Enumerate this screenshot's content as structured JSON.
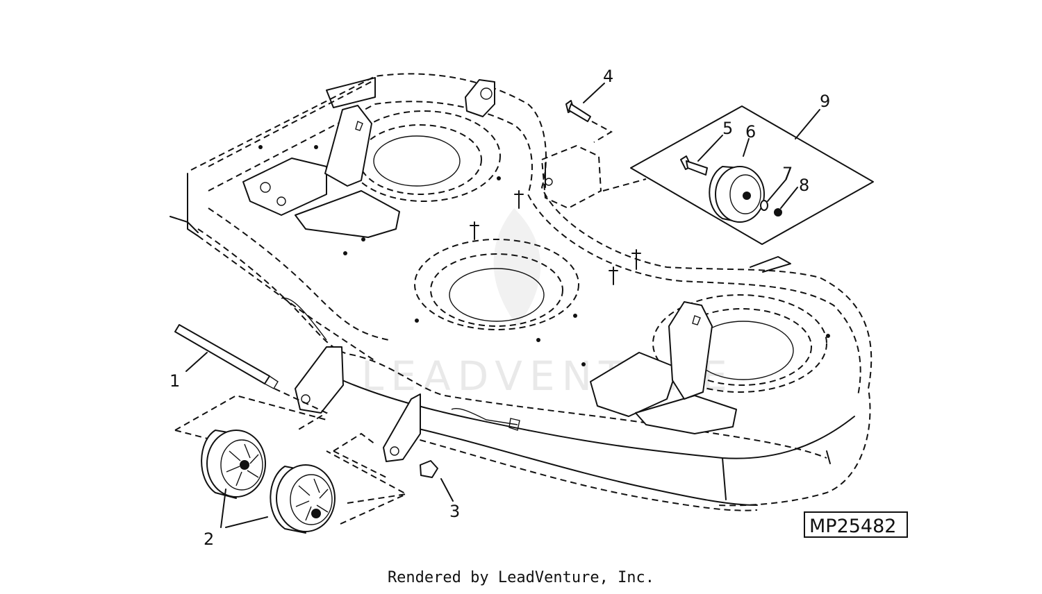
{
  "diagram": {
    "callouts": [
      "1",
      "2",
      "3",
      "4",
      "5",
      "6",
      "7",
      "8",
      "9"
    ],
    "reference_id": "MP25482",
    "watermark": "LEADVENTURE"
  },
  "footer": {
    "text": "Rendered by LeadVenture, Inc."
  }
}
